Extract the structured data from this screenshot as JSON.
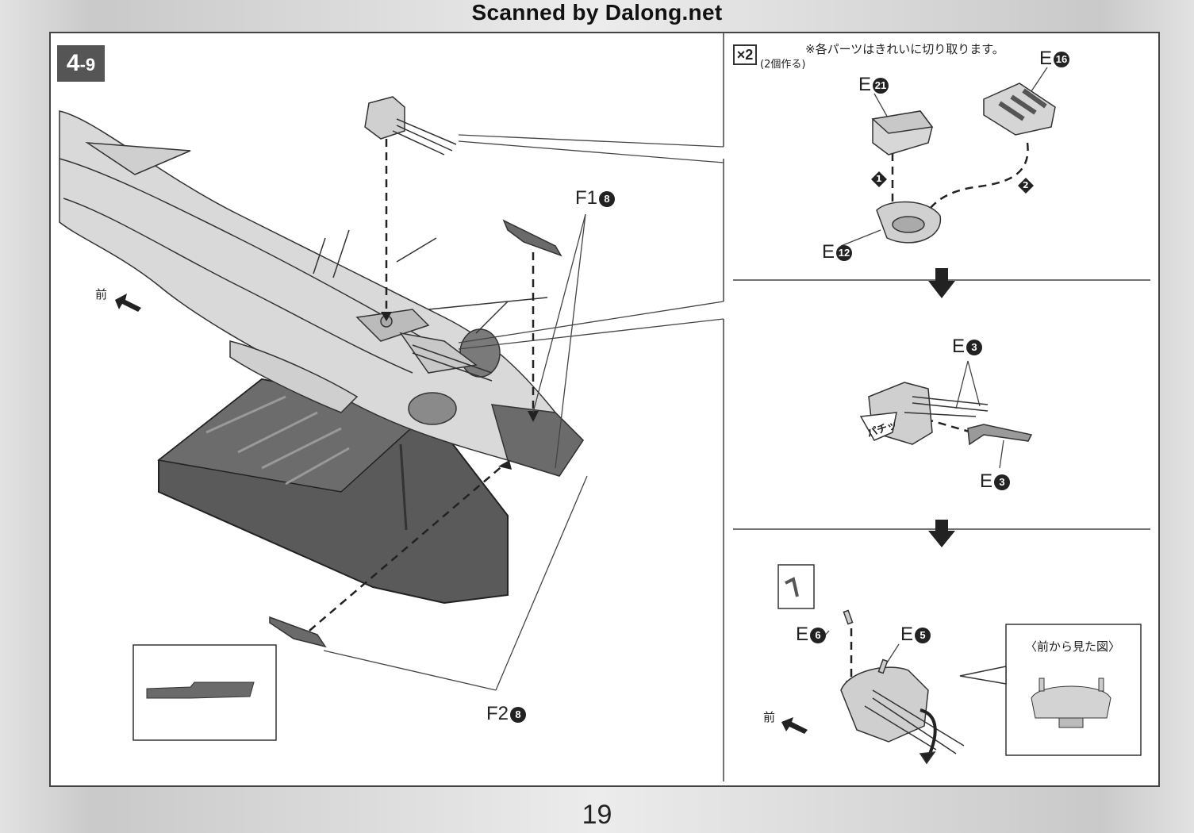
{
  "watermark": "Scanned by Dalong.net",
  "step": {
    "main": "4",
    "sub": "-9"
  },
  "left_panel": {
    "front_label": "前",
    "part_f1": {
      "letter": "F1",
      "number": "8"
    },
    "part_f2": {
      "letter": "F2",
      "number": "8"
    }
  },
  "right_panel": {
    "quantity": "×2",
    "quantity_note": "(2個作る)",
    "cut_note": "※各パーツはきれいに切り取ります。",
    "part_e21": {
      "letter": "E",
      "number": "21"
    },
    "part_e16": {
      "letter": "E",
      "number": "16"
    },
    "part_e12": {
      "letter": "E",
      "number": "12"
    },
    "step_1": "1",
    "step_2": "2",
    "part_e3_top": {
      "letter": "E",
      "number": "3"
    },
    "part_e3_bottom": {
      "letter": "E",
      "number": "3"
    },
    "snap_text": "パチッ",
    "part_e6": {
      "letter": "E",
      "number": "6"
    },
    "part_e5": {
      "letter": "E",
      "number": "5"
    },
    "front_view_title": "〈前から見た図〉",
    "front_label": "前"
  },
  "page_number": "19"
}
